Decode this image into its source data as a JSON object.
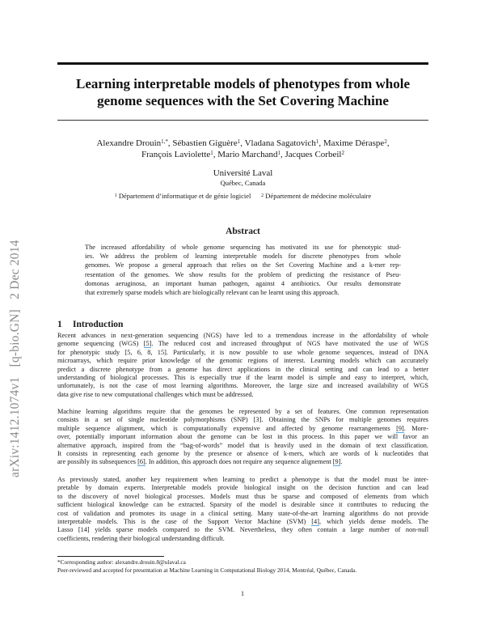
{
  "arxiv_stamp": {
    "id": "arXiv:1412.1074v1",
    "category": "[q-bio.GN]",
    "date": "2 Dec 2014"
  },
  "title": {
    "line1": "Learning interpretable models of phenotypes from whole",
    "line2": "genome sequences with the Set Covering Machine"
  },
  "authors": {
    "line1": [
      {
        "name": "Alexandre Drouin",
        "sup": "1,*",
        "sep": ", "
      },
      {
        "name": "Sébastien Giguère",
        "sup": "1",
        "sep": ", "
      },
      {
        "name": "Vladana Sagatovich",
        "sup": "1",
        "sep": ", "
      },
      {
        "name": "Maxime Déraspe",
        "sup": "2",
        "sep": ","
      }
    ],
    "line2": [
      {
        "name": "François Laviolette",
        "sup": "1",
        "sep": ", "
      },
      {
        "name": "Mario Marchand",
        "sup": "1",
        "sep": ", "
      },
      {
        "name": "Jacques Corbeil",
        "sup": "2",
        "sep": ""
      }
    ]
  },
  "affiliation": {
    "university": "Université Laval",
    "city": "Québec, Canada",
    "dept1_sup": "1",
    "dept1": "Département d’informatique et de génie logiciel",
    "dept2_sup": "2",
    "dept2": "Département de médecine moléculaire"
  },
  "abstract": {
    "heading": "Abstract",
    "lines": [
      "The increased affordability of whole genome sequencing has motivated its use for phenotypic stud-",
      "ies. We address the problem of learning interpretable models for discrete phenotypes from whole",
      "genomes. We propose a general approach that relies on the Set Covering Machine and a k-mer rep-",
      "resentation of the genomes. We show results for the problem of predicting the resistance of Pseu-",
      "domonas aeruginosa, an important human pathogen, against 4 antibiotics. Our results demonstrate",
      "that extremely sparse models which are biologically relevant can be learnt using this approach."
    ]
  },
  "section1": {
    "number": "1",
    "title": "Introduction",
    "para1": [
      "Recent advances in next-generation sequencing (NGS) have led to a tremendous increase in the affordability of whole",
      "genome sequencing (WGS) [5]. The reduced cost and increased throughput of NGS have motivated the use of WGS",
      "for phenotypic study [5, 6, 8, 15]. Particularly, it is now possible to use whole genome sequences, instead of DNA",
      "microarrays, which require prior knowledge of the genomic regions of interest. Learning models which can accurately",
      "predict a discrete phenotype from a genome has direct applications in the clinical setting and can lead to a better",
      "understanding of biological processes. This is especially true if the learnt model is simple and easy to interpret, which,",
      "unfortunately, is not the case of most learning algorithms. Moreover, the large size and increased availability of WGS",
      "data give rise to new computational challenges which must be addressed."
    ],
    "para2": [
      "Machine learning algorithms require that the genomes be represented by a set of features. One common representation",
      "consists in a set of single nucleotide polymorphisms (SNP) [3]. Obtaining the SNPs for multiple genomes requires",
      "multiple sequence alignment, which is computationally expensive and affected by genome rearrangements [9]. More-",
      "over, potentially important information about the genome can be lost in this process. In this paper we will favor an",
      "alternative approach, inspired from the “bag-of-words” model that is heavily used in the domain of text classification.",
      "It consists in representing each genome by the presence or absence of k-mers, which are words of k nucleotides that",
      "are possibly its subsequences [6]. In addition, this approach does not require any sequence alignement [9]."
    ],
    "para3": [
      "As previously stated, another key requirement when learning to predict a phenotype is that the model must be inter-",
      "pretable by domain experts. Interpretable models provide biological insight on the decision function and can lead",
      "to the discovery of novel biological processes. Models must thus be sparse and composed of elements from which",
      "sufficient biological knowledge can be extracted. Sparsity of the model is desirable since it contributes to reducing the",
      "cost of validation and promotes its usage in a clinical setting. Many state-of-the-art learning algorithms do not provide",
      "interpretable models. This is the case of the Support Vector Machine (SVM) [4], which yields dense models. The",
      "Lasso [14] yields sparse models compared to the SVM. Nevertheless, they often contain a large number of non-null",
      "coefficients, rendering their biological understanding difficult."
    ]
  },
  "footnotes": {
    "corresponding": "*Corresponding author: alexandre.drouin.8@ulaval.ca",
    "venue": "Peer-reviewed and accepted for presentation at Machine Learning in Computational Biology 2014, Montréal, Québec, Canada."
  },
  "page_number": "1",
  "colors": {
    "text": "#1a1a1a",
    "citation_underline": "#5aa9e6",
    "arxiv_stamp": "#8a8a8a"
  }
}
